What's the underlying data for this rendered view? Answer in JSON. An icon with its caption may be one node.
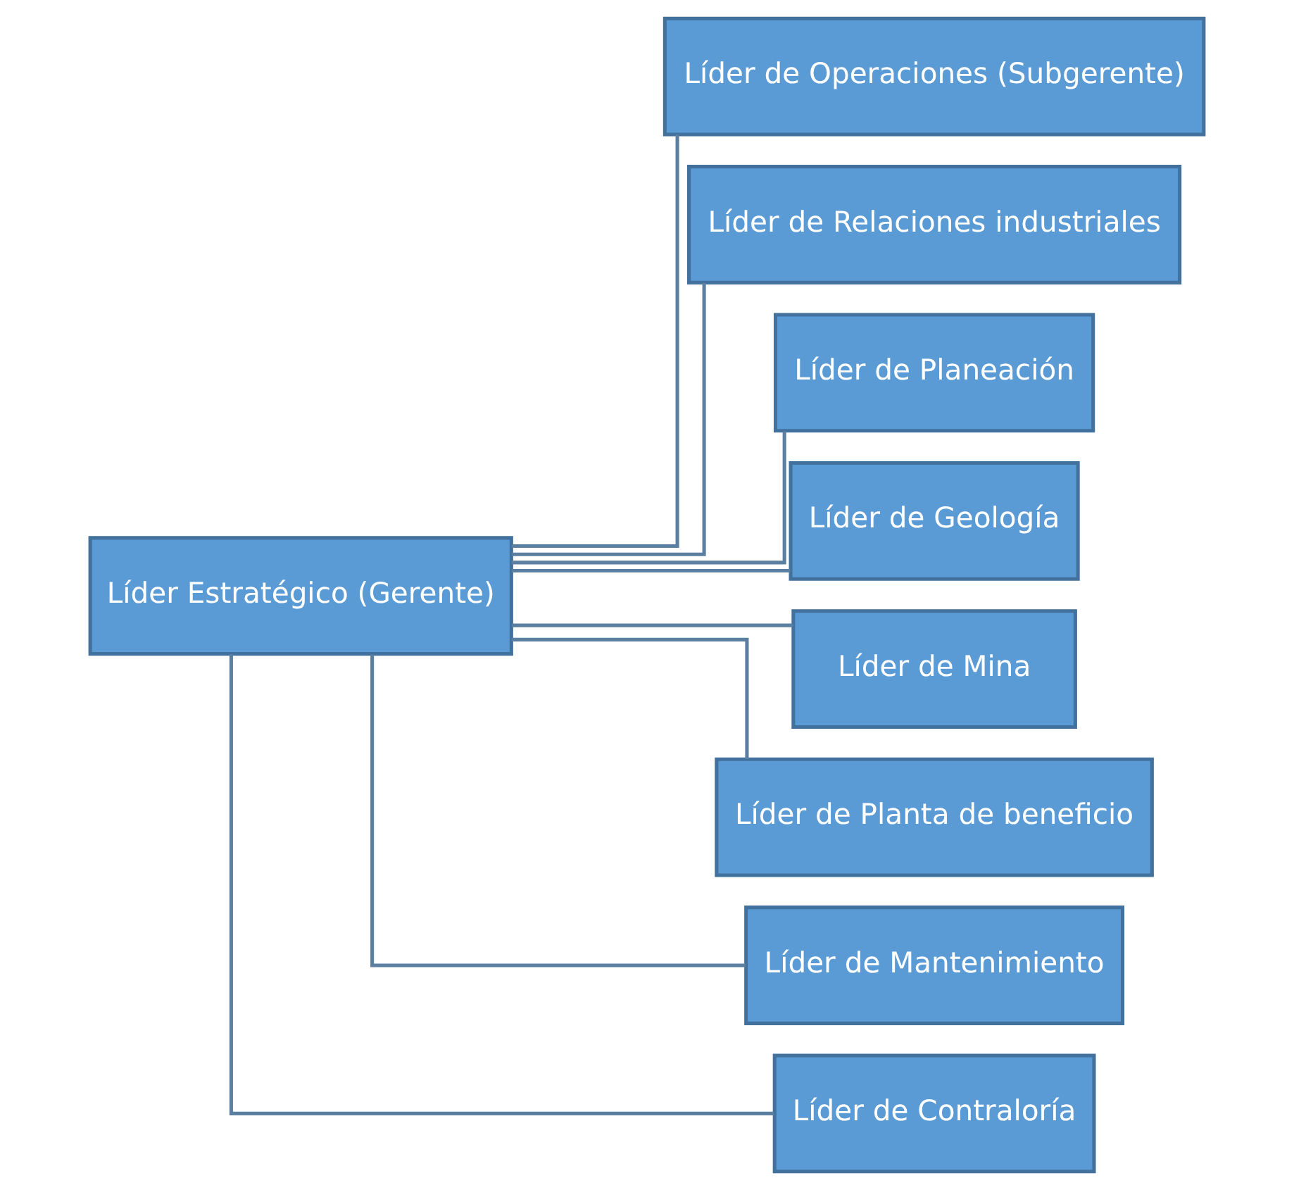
{
  "diagram": {
    "nodes": [
      {
        "text": [
          "Líder Estratégico (Gerente)"
        ]
      },
      {
        "text": [
          "Líder de Operaciones (Subgerente)"
        ]
      },
      {
        "text": [
          "Líder de Relaciones industriales"
        ]
      },
      {
        "text": [
          "Líder de Planeación"
        ]
      },
      {
        "text": [
          "Líder de Geología"
        ]
      },
      {
        "text": [
          "Líder de Mina"
        ]
      },
      {
        "text": [
          "Líder de Planta de beneficio"
        ]
      },
      {
        "text": [
          "Líder de Mantenimiento"
        ]
      },
      {
        "text": [
          "Líder de Contraloría"
        ]
      }
    ],
    "edges": [
      {
        "from": 0,
        "to": 1,
        "arrow": "none"
      },
      {
        "from": 0,
        "to": 2,
        "arrow": "none"
      },
      {
        "from": 0,
        "to": 3,
        "arrow": "none"
      },
      {
        "from": 0,
        "to": 4,
        "arrow": "none"
      },
      {
        "from": 0,
        "to": 5,
        "arrow": "none"
      },
      {
        "from": 0,
        "to": 6,
        "arrow": "none"
      },
      {
        "from": 0,
        "to": 7,
        "arrow": "none"
      },
      {
        "from": 0,
        "to": 8,
        "arrow": "none"
      }
    ]
  }
}
